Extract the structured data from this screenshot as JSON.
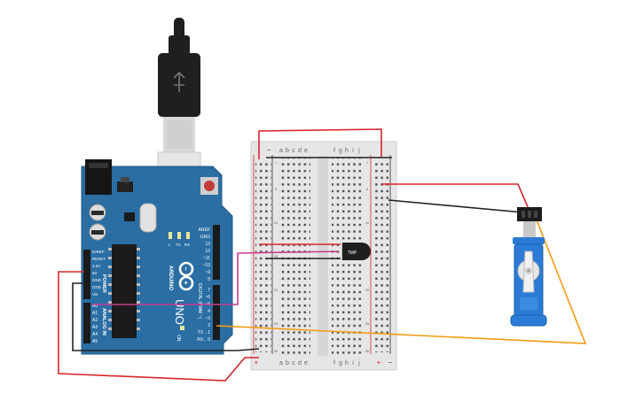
{
  "colors": {
    "arduino_board": "#2a6ea3",
    "breadboard": "#e8e8e8",
    "rail_red": "#d9262b",
    "rail_black": "#333333",
    "wire_red": "#d9262b",
    "wire_black": "#222222",
    "wire_orange": "#f39c12",
    "wire_magenta": "#c73b8f",
    "servo_blue": "#2b7bd6",
    "usb_black": "#1f1f1f"
  },
  "arduino": {
    "brand": "ARDUINO",
    "model": "UNO",
    "power_header": "POWER",
    "analog_header": "ANALOG IN",
    "digital_header": "DIGITAL (PWM ~)",
    "on_label": "ON",
    "power_pins": [
      "IOREF",
      "RESET",
      "3.3V",
      "5V",
      "GND",
      "GND",
      "Vin"
    ],
    "analog_pins": [
      "A0",
      "A1",
      "A2",
      "A3",
      "A4",
      "A5"
    ],
    "top_pins": [
      "AREF",
      "GND",
      "13",
      "12",
      "~11",
      "~10",
      "~9",
      "8"
    ],
    "lower_pins": [
      "7",
      "~6",
      "~5",
      "4",
      "~3",
      "2",
      "TX→1",
      "RX←0"
    ],
    "led_labels": [
      "L",
      "TX",
      "RX"
    ]
  },
  "breadboard": {
    "col_letters_left": [
      "a",
      "b",
      "c",
      "d",
      "e"
    ],
    "col_letters_right": [
      "f",
      "g",
      "h",
      "i",
      "j"
    ],
    "rail_plus": "+",
    "rail_minus": "−"
  },
  "sensor": {
    "label": "TMP"
  },
  "icons": [
    "usb-plug-icon",
    "arduino-infinity-logo-icon",
    "servo-motor-icon",
    "temperature-sensor-icon"
  ]
}
